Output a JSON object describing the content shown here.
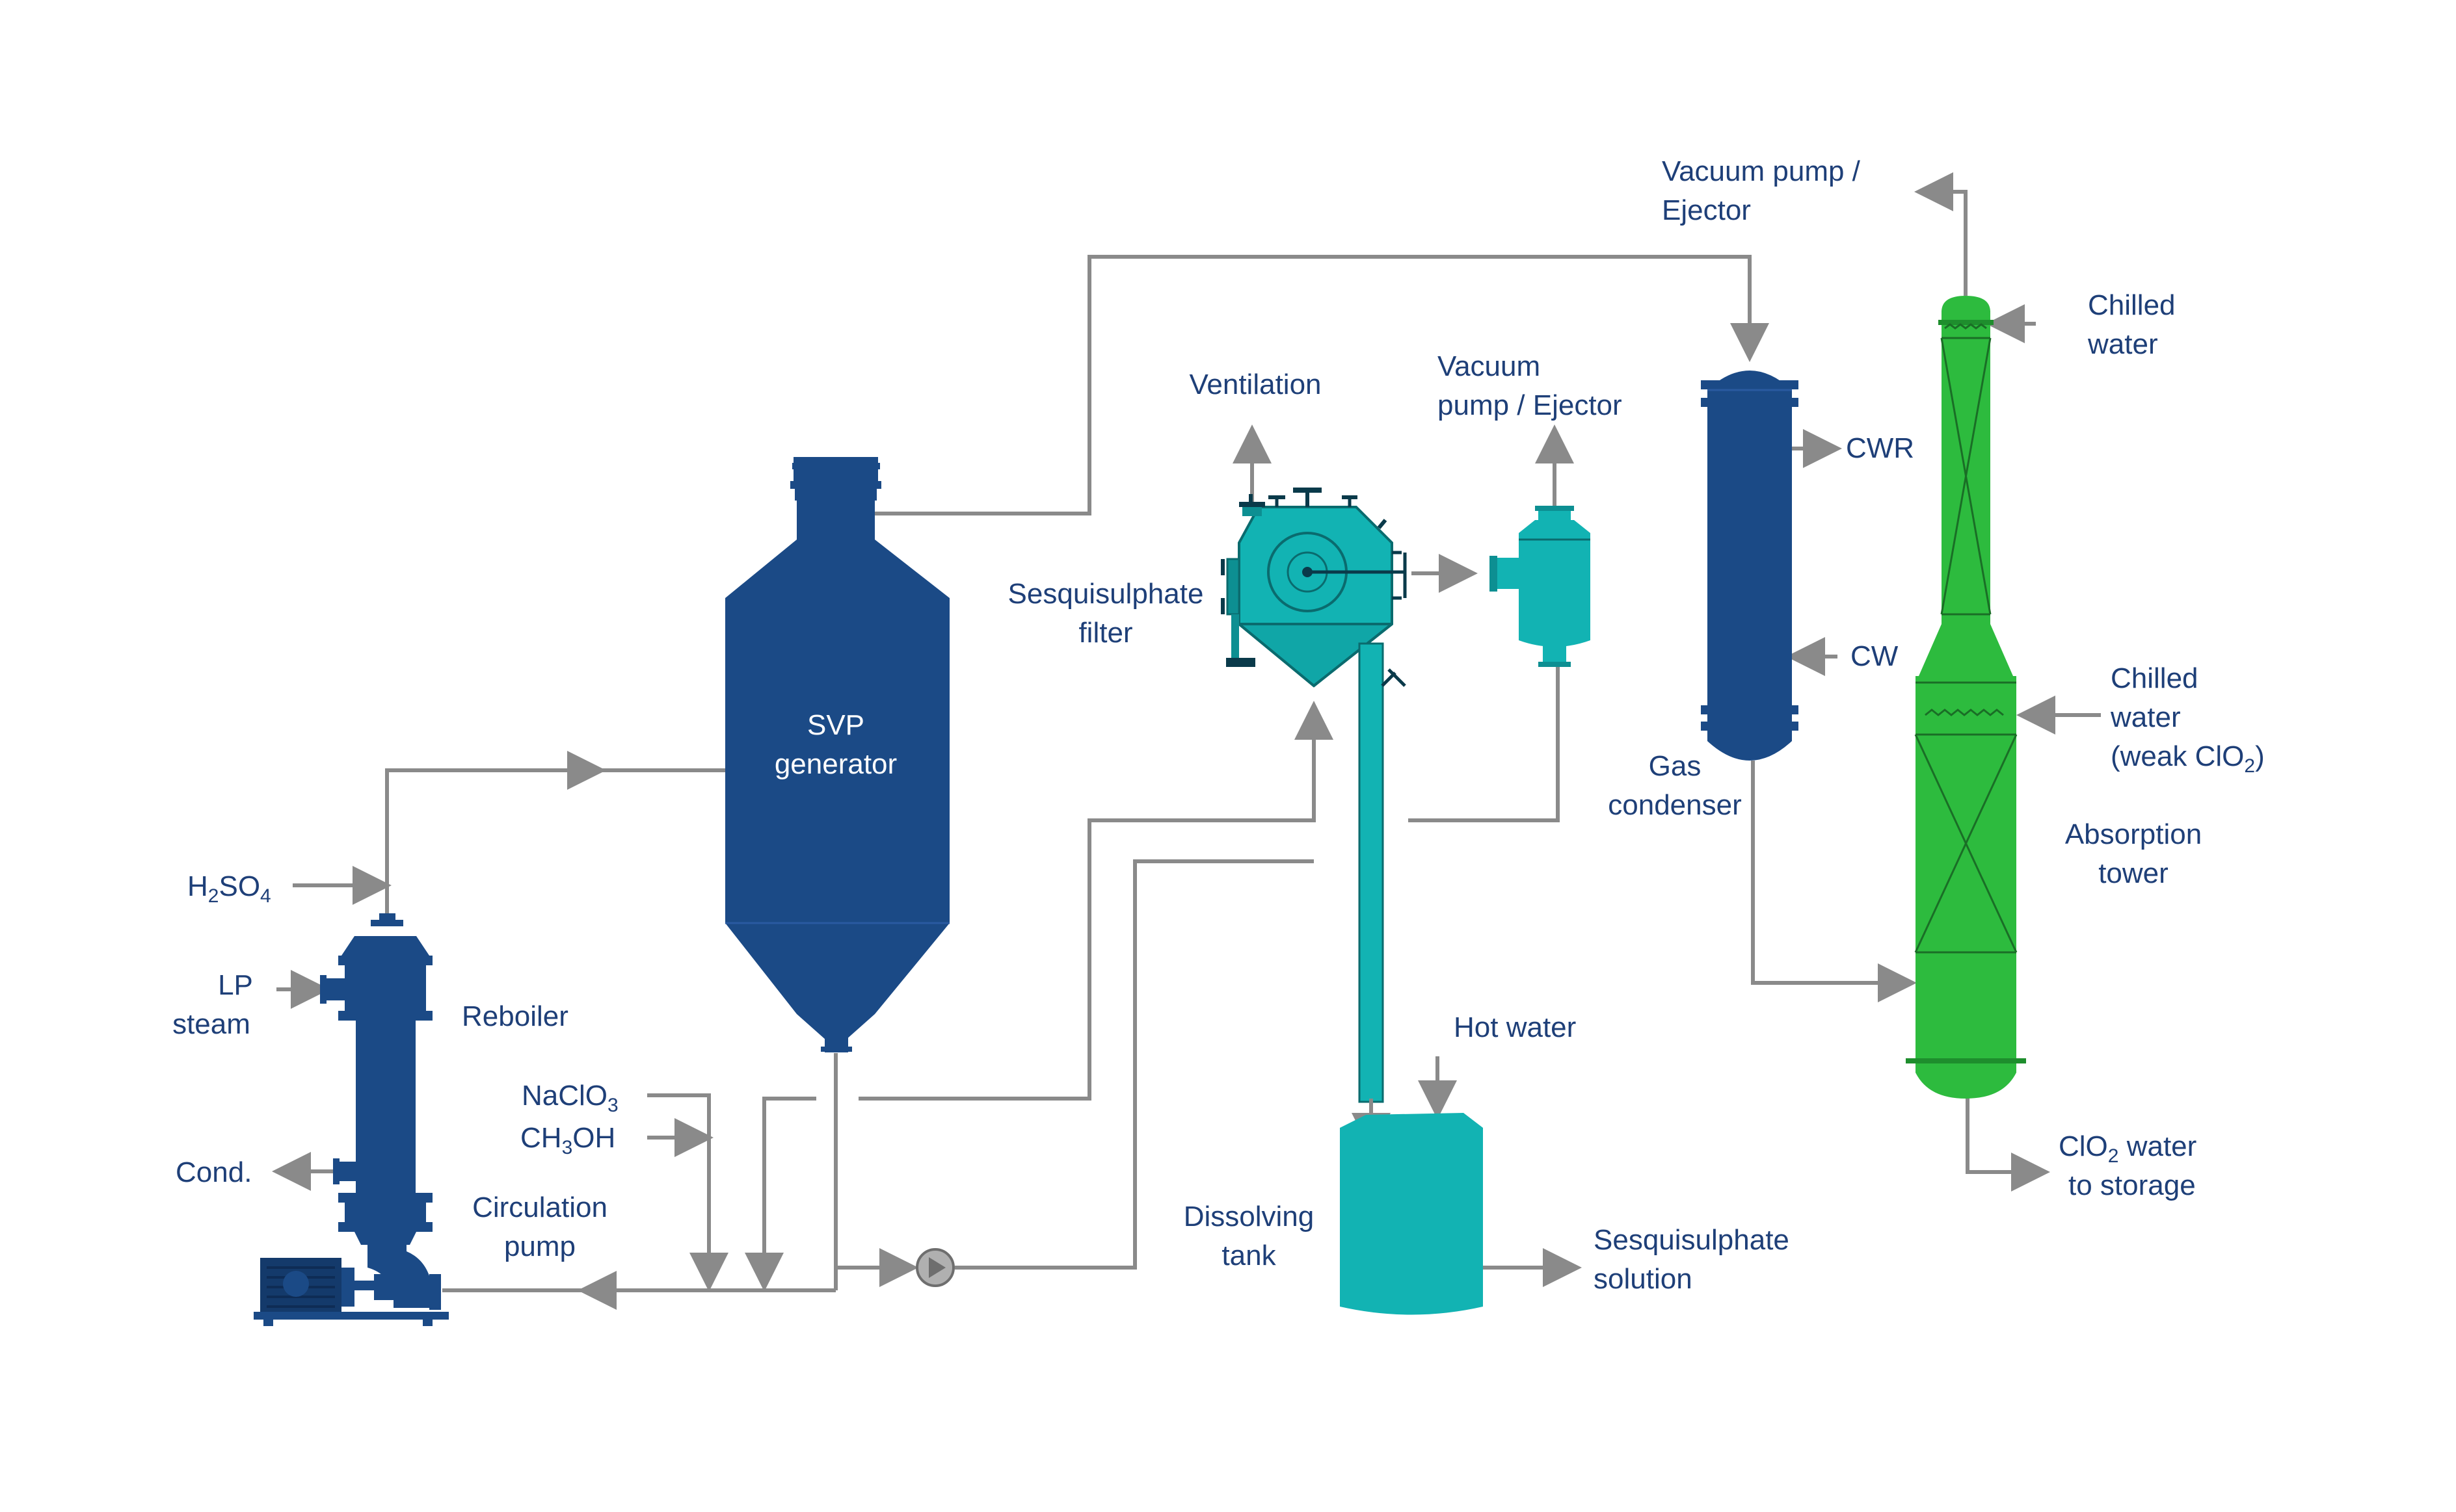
{
  "colors": {
    "pipe": "#8a8a8a",
    "label": "#1e3f78",
    "generator_blue": "#1b4a86",
    "filter_teal": "#12b3b3",
    "tower_green": "#2dbb3e"
  },
  "equipment": {
    "svp_generator": [
      "SVP",
      "generator"
    ],
    "reboiler": "Reboiler",
    "circulation_pump": [
      "Circulation",
      "pump"
    ],
    "sesquisulphate_filter": [
      "Sesquisulphate",
      "filter"
    ],
    "dissolving_tank": [
      "Dissolving",
      "tank"
    ],
    "gas_condenser": [
      "Gas",
      "condenser"
    ],
    "absorption_tower": [
      "Absorption",
      "tower"
    ]
  },
  "streams": {
    "h2so4": {
      "main": "H",
      "sub1": "2",
      "mid": "SO",
      "sub2": "4"
    },
    "lp_steam": [
      "LP",
      "steam"
    ],
    "cond": "Cond.",
    "naclo3": {
      "main": "NaClO",
      "sub": "3"
    },
    "ch3oh": {
      "main": "CH",
      "sub": "3",
      "tail": "OH"
    },
    "ventilation": "Ventilation",
    "vacuum_filter": [
      "Vacuum",
      "pump / Ejector"
    ],
    "vacuum_tower": [
      "Vacuum pump /",
      "Ejector"
    ],
    "hot_water": "Hot water",
    "sesquisulphate_solution": [
      "Sesquisulphate",
      "solution"
    ],
    "cwr": "CWR",
    "cw": "CW",
    "chilled_water_top": [
      "Chilled",
      "water"
    ],
    "chilled_water_weak": {
      "line1": "Chilled",
      "line2": "water",
      "line3_pre": "(weak ClO",
      "line3_sub": "2",
      "line3_post": ")"
    },
    "clo2_storage": {
      "pre": "ClO",
      "sub": "2",
      "post": " water",
      "line2": "to storage"
    }
  }
}
